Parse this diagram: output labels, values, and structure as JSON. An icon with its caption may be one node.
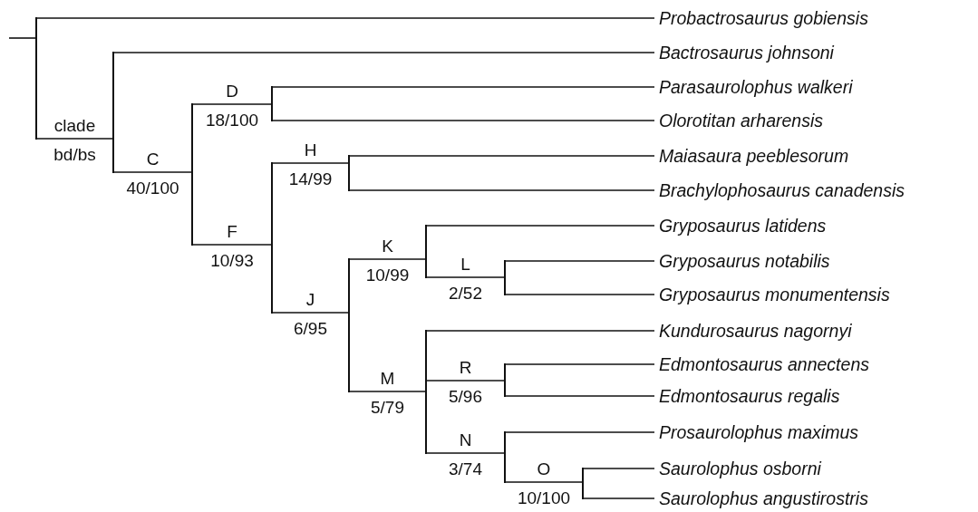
{
  "diagram": {
    "nodes": [
      {
        "text": [],
        "shape": "bar"
      },
      {
        "text": [
          "Probactrosaurus gobiensis"
        ]
      },
      {
        "text": [],
        "shape": "bar",
        "beside": [
          "clade",
          "bd/bs"
        ]
      },
      {
        "text": [
          "Bactrosaurus johnsoni"
        ]
      },
      {
        "text": [],
        "shape": "bar",
        "beside": [
          "C",
          "40/100"
        ]
      },
      {
        "text": [],
        "shape": "bar",
        "beside": [
          "D",
          "18/100"
        ]
      },
      {
        "text": [
          "Parasaurolophus walkeri"
        ]
      },
      {
        "text": [
          "Olorotitan arharensis"
        ]
      },
      {
        "text": [],
        "shape": "bar",
        "beside": [
          "F",
          "10/93"
        ]
      },
      {
        "text": [],
        "shape": "bar",
        "beside": [
          "H",
          "14/99"
        ]
      },
      {
        "text": [
          "Maiasaura peeblesorum"
        ]
      },
      {
        "text": [
          "Brachylophosaurus canadensis"
        ]
      },
      {
        "text": [],
        "shape": "bar",
        "beside": [
          "J",
          "6/95"
        ]
      },
      {
        "text": [],
        "shape": "bar",
        "beside": [
          "K",
          "10/99"
        ]
      },
      {
        "text": [
          "Gryposaurus latidens"
        ]
      },
      {
        "text": [],
        "shape": "bar",
        "beside": [
          "L",
          "2/52"
        ]
      },
      {
        "text": [
          "Gryposaurus notabilis"
        ]
      },
      {
        "text": [
          "Gryposaurus monumentensis"
        ]
      },
      {
        "text": [],
        "shape": "bar",
        "beside": [
          "M",
          "5/79"
        ]
      },
      {
        "text": [
          "Kundurosaurus nagornyi"
        ]
      },
      {
        "text": [],
        "shape": "bar",
        "beside": [
          "R",
          "5/96"
        ]
      },
      {
        "text": [
          "Edmontosaurus annectens"
        ]
      },
      {
        "text": [
          "Edmontosaurus regalis"
        ]
      },
      {
        "text": [],
        "shape": "bar",
        "beside": [
          "N",
          "3/74"
        ]
      },
      {
        "text": [
          "Prosaurolophus maximus"
        ]
      },
      {
        "text": [],
        "shape": "bar",
        "beside": [
          "O",
          "10/100"
        ]
      },
      {
        "text": [
          "Saurolophus osborni"
        ]
      },
      {
        "text": [
          "Saurolophus angustirostris"
        ]
      }
    ],
    "edges": [
      {
        "from": null,
        "to": 0,
        "arrow": "none"
      },
      {
        "from": 0,
        "to": 1,
        "arrow": "none"
      },
      {
        "from": 0,
        "to": 2,
        "arrow": "none"
      },
      {
        "from": 2,
        "to": 3,
        "arrow": "none"
      },
      {
        "from": 2,
        "to": 4,
        "arrow": "none"
      },
      {
        "from": 4,
        "to": 5,
        "arrow": "none"
      },
      {
        "from": 5,
        "to": 6,
        "arrow": "none"
      },
      {
        "from": 5,
        "to": 7,
        "arrow": "none"
      },
      {
        "from": 4,
        "to": 8,
        "arrow": "none"
      },
      {
        "from": 8,
        "to": 9,
        "arrow": "none"
      },
      {
        "from": 9,
        "to": 10,
        "arrow": "none"
      },
      {
        "from": 9,
        "to": 11,
        "arrow": "none"
      },
      {
        "from": 8,
        "to": 12,
        "arrow": "none"
      },
      {
        "from": 12,
        "to": 13,
        "arrow": "none"
      },
      {
        "from": 13,
        "to": 14,
        "arrow": "none"
      },
      {
        "from": 13,
        "to": 15,
        "arrow": "none"
      },
      {
        "from": 15,
        "to": 16,
        "arrow": "none"
      },
      {
        "from": 15,
        "to": 17,
        "arrow": "none"
      },
      {
        "from": 12,
        "to": 18,
        "arrow": "none"
      },
      {
        "from": 18,
        "to": 19,
        "arrow": "none"
      },
      {
        "from": 18,
        "to": 20,
        "arrow": "none"
      },
      {
        "from": 20,
        "to": 21,
        "arrow": "none"
      },
      {
        "from": 20,
        "to": 22,
        "arrow": "none"
      },
      {
        "from": 18,
        "to": 23,
        "arrow": "none"
      },
      {
        "from": 23,
        "to": 24,
        "arrow": "none"
      },
      {
        "from": 23,
        "to": 25,
        "arrow": "none"
      },
      {
        "from": 25,
        "to": 26,
        "arrow": "none"
      },
      {
        "from": 25,
        "to": 27,
        "arrow": "none"
      }
    ]
  }
}
